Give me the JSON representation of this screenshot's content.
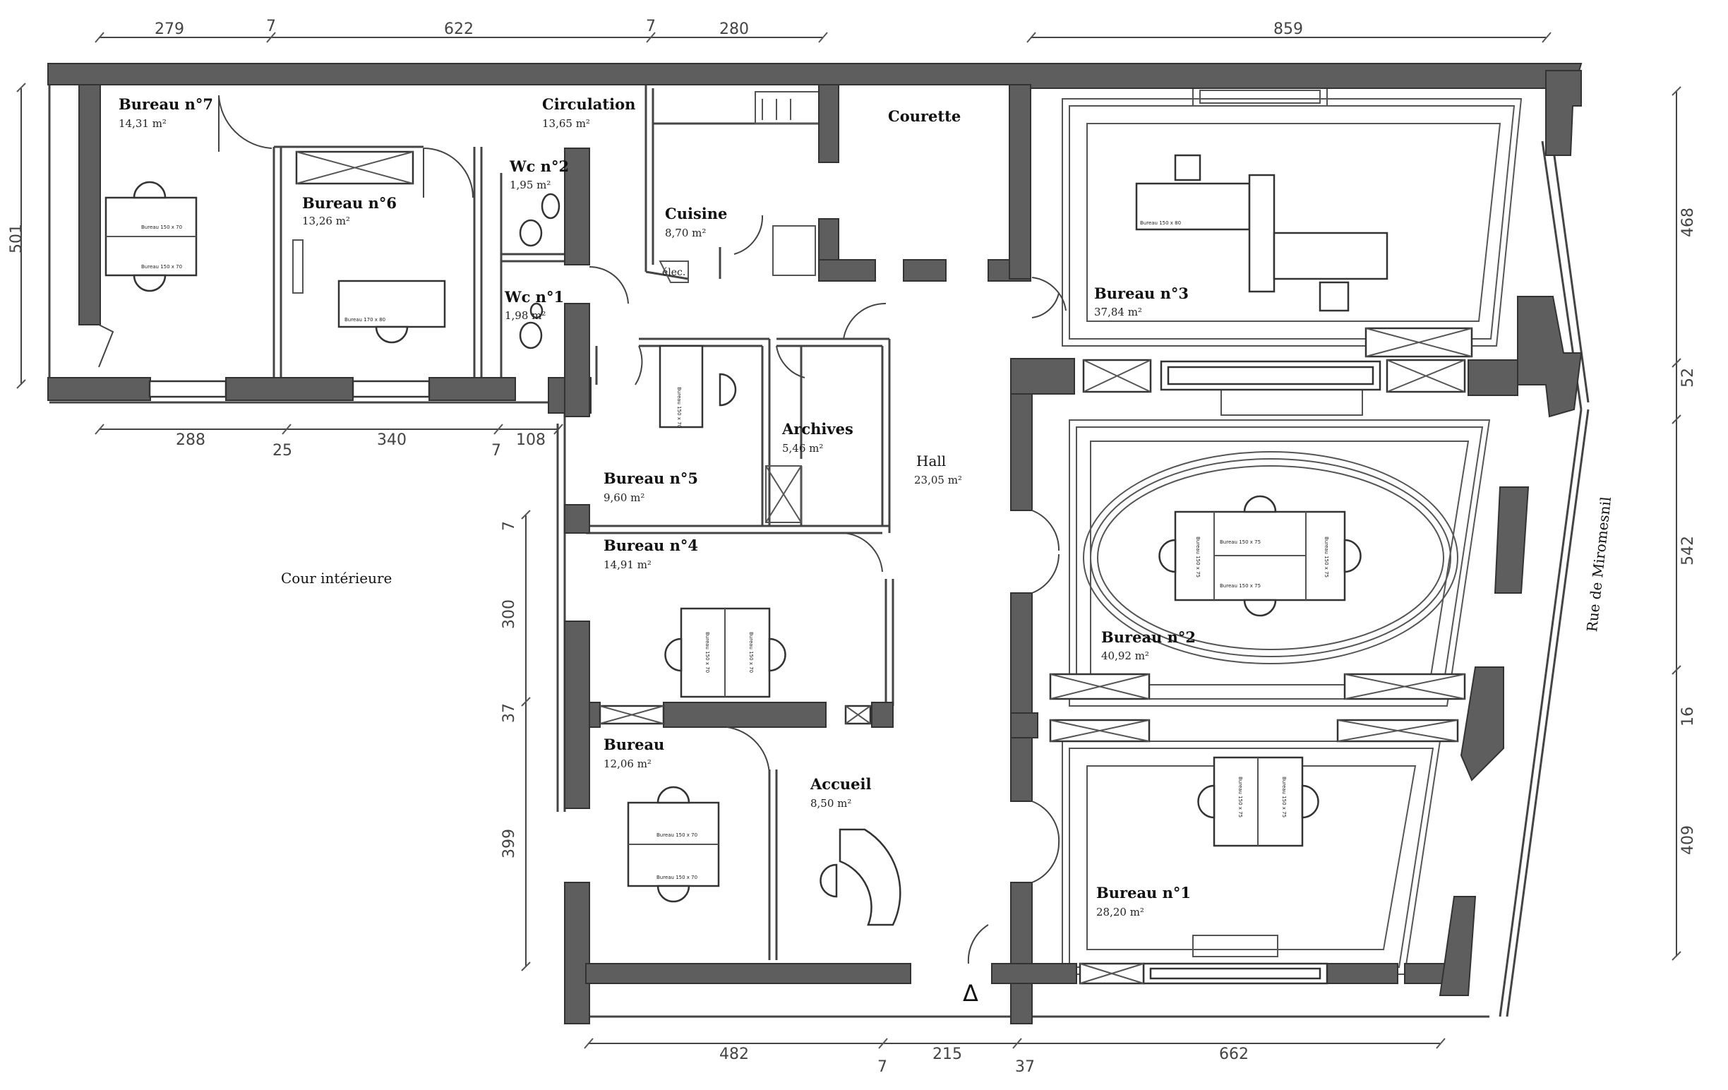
{
  "rooms": {
    "bureau7": {
      "name": "Bureau n°7",
      "area": "14,31 m²"
    },
    "circulation": {
      "name": "Circulation",
      "area": "13,65 m²"
    },
    "courette": {
      "name": "Courette"
    },
    "wc2": {
      "name": "Wc n°2",
      "area": "1,95 m²"
    },
    "bureau6": {
      "name": "Bureau n°6",
      "area": "13,26 m²"
    },
    "cuisine": {
      "name": "Cuisine",
      "area": "8,70 m²"
    },
    "elec": {
      "name": "élec."
    },
    "wc1": {
      "name": "Wc n°1",
      "area": "1,98 m²"
    },
    "bureau3": {
      "name": "Bureau n°3",
      "area": "37,84 m²"
    },
    "archives": {
      "name": "Archives",
      "area": "5,46 m²"
    },
    "bureau5": {
      "name": "Bureau n°5",
      "area": "9,60 m²"
    },
    "hall": {
      "name": "Hall",
      "area": "23,05 m²"
    },
    "bureau4": {
      "name": "Bureau n°4",
      "area": "14,91 m²"
    },
    "cour": {
      "name": "Cour intérieure"
    },
    "bureau2": {
      "name": "Bureau n°2",
      "area": "40,92 m²"
    },
    "bureau": {
      "name": "Bureau",
      "area": "12,06 m²"
    },
    "accueil": {
      "name": "Accueil",
      "area": "8,50 m²"
    },
    "bureau1": {
      "name": "Bureau n°1",
      "area": "28,20 m²"
    }
  },
  "street": "Rue de Miromesnil",
  "dimensions": {
    "top": [
      "279",
      "7",
      "622",
      "7",
      "280",
      "859"
    ],
    "middle": [
      "288",
      "25",
      "340",
      "7",
      "108"
    ],
    "bottom": [
      "482",
      "7",
      "215",
      "37",
      "662"
    ],
    "left": [
      "501"
    ],
    "inner_left": [
      "7",
      "300",
      "37",
      "399"
    ],
    "right": [
      "468",
      "52",
      "542",
      "16",
      "409"
    ]
  },
  "desks": {
    "d150x70": "Bureau 150 x 70",
    "d150x75": "Bureau 150 x 75",
    "d170x80": "Bureau 170 x 80",
    "d150x80": "Bureau 150 x 80"
  },
  "entrance_marker": "Δ"
}
